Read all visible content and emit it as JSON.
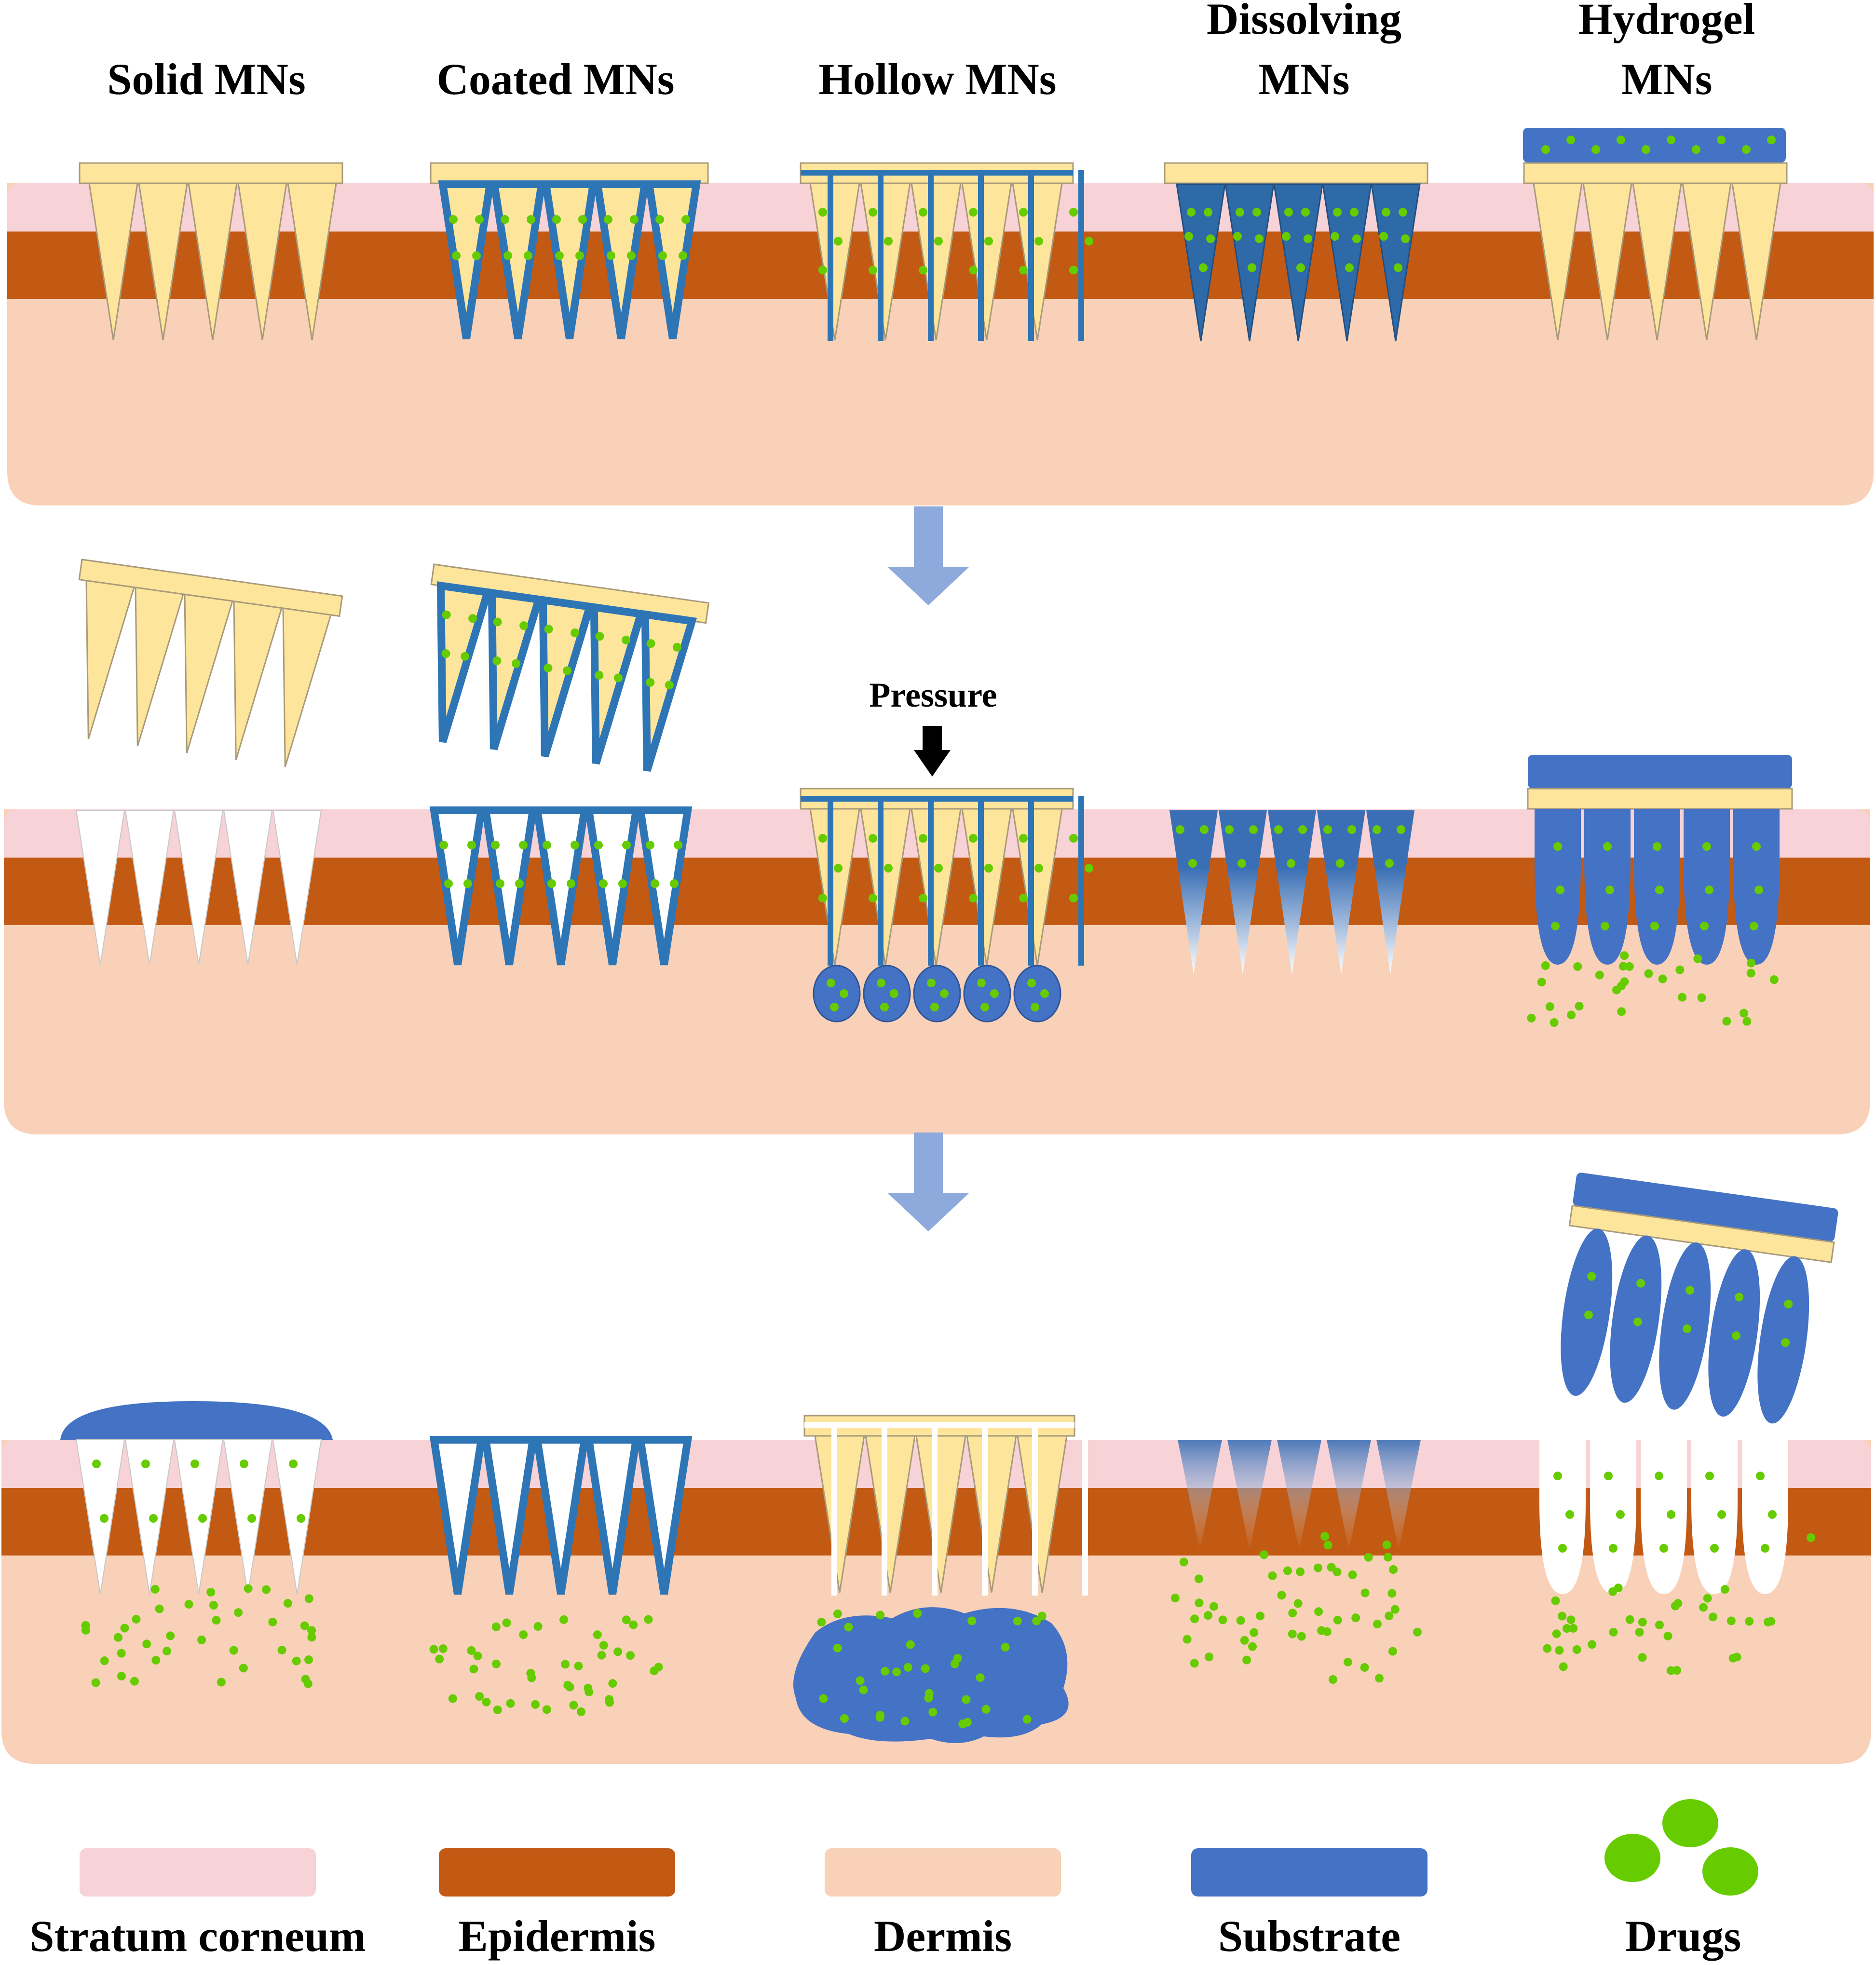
{
  "columns": [
    {
      "id": "solid",
      "title_lines": [
        "Solid MNs"
      ]
    },
    {
      "id": "coated",
      "title_lines": [
        "Coated MNs"
      ]
    },
    {
      "id": "hollow",
      "title_lines": [
        "Hollow MNs"
      ]
    },
    {
      "id": "dissolving",
      "title_lines": [
        "Dissolving",
        "MNs"
      ]
    },
    {
      "id": "hydrogel",
      "title_lines": [
        "Hydrogel",
        "MNs"
      ]
    }
  ],
  "pressure_label": "Pressure",
  "legend": [
    {
      "id": "stratum",
      "label": "Stratum corneum",
      "color": "#f7d2d6"
    },
    {
      "id": "epidermis",
      "label": "Epidermis",
      "color": "#c25a14"
    },
    {
      "id": "dermis",
      "label": "Dermis",
      "color": "#f8d1b8"
    },
    {
      "id": "substrate",
      "label": "Substrate",
      "color": "#4472c4"
    },
    {
      "id": "drugs",
      "label": "Drugs",
      "color": "#66cc00"
    }
  ],
  "colors": {
    "stratum": "#f7d2d6",
    "epidermis": "#c25a14",
    "dermis": "#f8d1b8",
    "needle": "#fde59c",
    "needle_stroke": "#a89a7a",
    "substrate": "#4472c4",
    "coat": "#2e75b6",
    "drug": "#66cc00",
    "arrow": "#8eaadc"
  }
}
